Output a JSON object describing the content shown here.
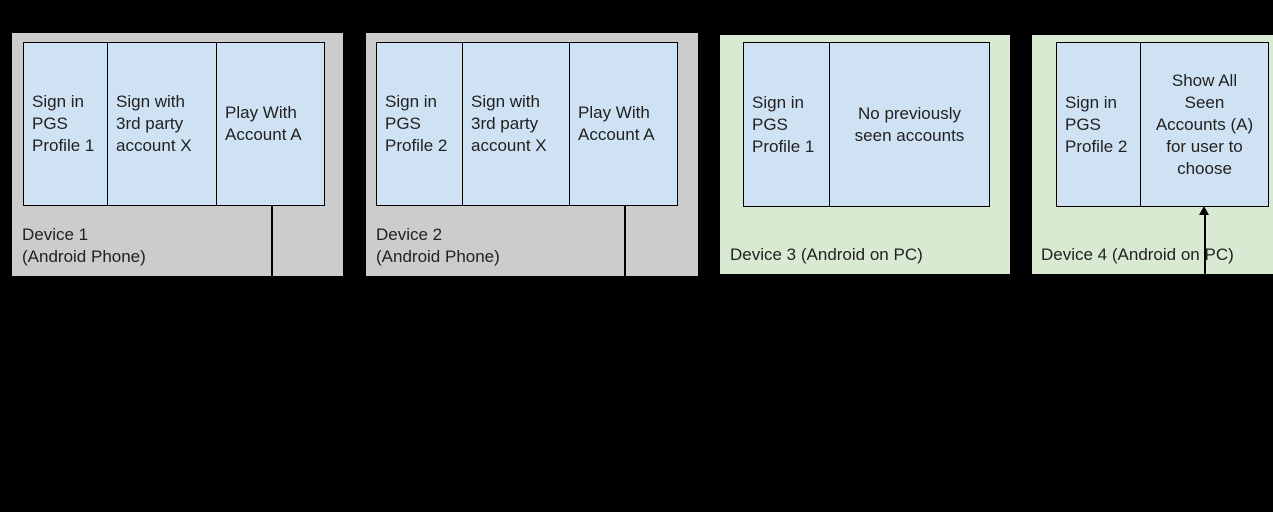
{
  "diagram": {
    "background": "#000000",
    "colors": {
      "phone_panel_gray": "#cccccc",
      "pc_panel_green": "#d9ead3",
      "process_box_blue": "#cfe2f3",
      "box_border": "#000000",
      "text": "#212121"
    },
    "devices": [
      {
        "label": "Device 1\n(Android Phone)",
        "boxes": [
          {
            "text": "Sign in\nPGS\nProfile 1"
          },
          {
            "text": "Sign with\n3rd party\naccount X"
          },
          {
            "text": "Play With\nAccount A"
          }
        ]
      },
      {
        "label": "Device 2\n(Android Phone)",
        "boxes": [
          {
            "text": "Sign in\nPGS\nProfile 2"
          },
          {
            "text": "Sign with\n3rd party\naccount X"
          },
          {
            "text": "Play With\nAccount A"
          }
        ]
      },
      {
        "label": "Device 3 (Android on PC)",
        "boxes": [
          {
            "text": "Sign in\nPGS\nProfile 1"
          },
          {
            "text": "No previously\nseen accounts"
          }
        ]
      },
      {
        "label": "Device 4 (Android on PC)",
        "boxes": [
          {
            "text": "Sign in\nPGS\nProfile 2"
          },
          {
            "text": "Show All\nSeen\nAccounts (A)\nfor user to\nchoose"
          }
        ]
      }
    ],
    "connectors": [
      {
        "attached_to": "device-1-play-with-account-a",
        "shape": "line-down"
      },
      {
        "attached_to": "device-2-play-with-account-a",
        "shape": "line-down"
      },
      {
        "attached_to": "device-4-show-all-seen-accounts",
        "shape": "arrow-up-into-box"
      }
    ]
  }
}
